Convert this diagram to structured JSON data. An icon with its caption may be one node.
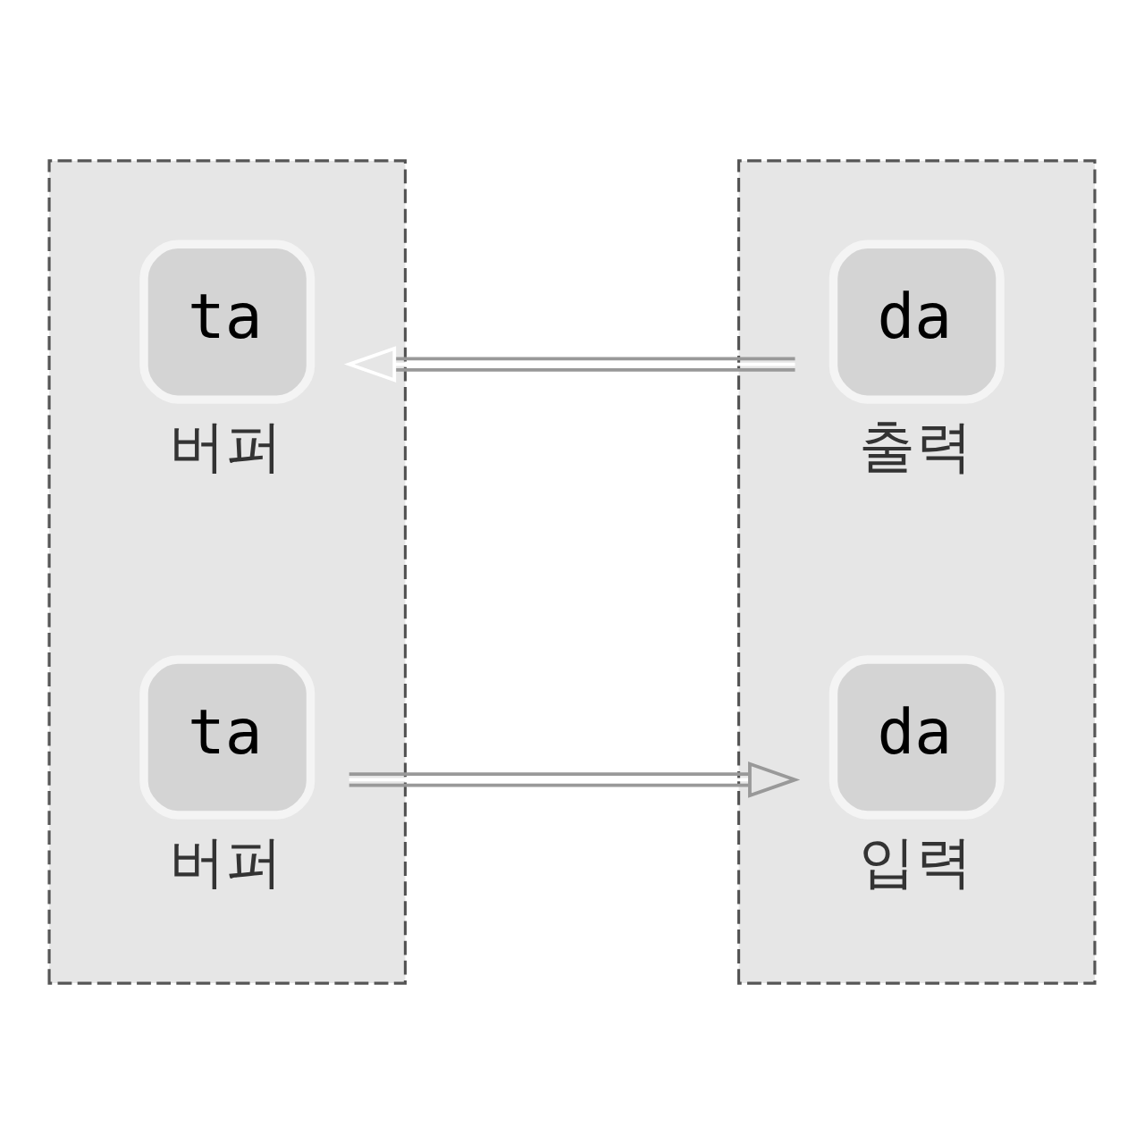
{
  "diagram": {
    "nodes": [
      {
        "text": [],
        "shape": "box"
      },
      {
        "text": [
          "ta"
        ],
        "in": 0,
        "beside": [
          "버퍼"
        ]
      },
      {
        "text": [
          "ta"
        ],
        "in": 0,
        "beside": [
          "버퍼"
        ]
      },
      {
        "text": [],
        "shape": "box"
      },
      {
        "text": [
          "da"
        ],
        "in": 3,
        "beside": [
          "출력"
        ]
      },
      {
        "text": [
          "da"
        ],
        "in": 3,
        "beside": [
          "입력"
        ]
      }
    ],
    "edges": [
      {
        "from": 4,
        "to": 1,
        "arrow": "to"
      },
      {
        "from": 2,
        "to": 5,
        "arrow": "to"
      }
    ]
  }
}
